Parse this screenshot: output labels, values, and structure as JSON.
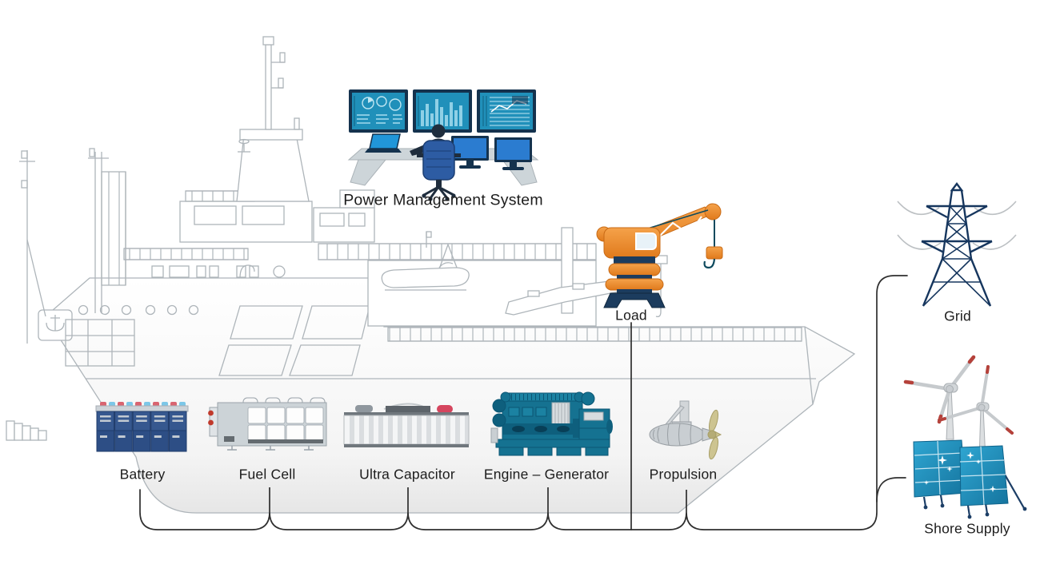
{
  "nodes": [
    {
      "id": "pms",
      "label": "Power Management System",
      "icon": "control-room-icon"
    },
    {
      "id": "load",
      "label": "Load",
      "icon": "deck-crane-icon"
    },
    {
      "id": "battery",
      "label": "Battery",
      "icon": "battery-bank-icon"
    },
    {
      "id": "fuel_cell",
      "label": "Fuel Cell",
      "icon": "fuel-cell-icon"
    },
    {
      "id": "ultra_capacitor",
      "label": "Ultra Capacitor",
      "icon": "ultra-capacitor-icon"
    },
    {
      "id": "engine_generator",
      "label": "Engine – Generator",
      "icon": "engine-generator-icon"
    },
    {
      "id": "propulsion",
      "label": "Propulsion",
      "icon": "azipod-propulsion-icon"
    },
    {
      "id": "grid",
      "label": "Grid",
      "icon": "transmission-tower-icon"
    },
    {
      "id": "shore_supply",
      "label": "Shore Supply",
      "icon": "wind-solar-icon"
    }
  ],
  "colors": {
    "background": "#ffffff",
    "ship_outline": "#aeb5ba",
    "connector_line": "#2e2e2e",
    "crane_orange": "#ef8f2f",
    "crane_navy": "#1c3c5e",
    "engine_teal": "#157291",
    "battery_navy": "#2d4e85",
    "screen_blue": "#2090ba",
    "monitor_frame_navy": "#14324e",
    "solar_blue": "#1b86b4",
    "tower_navy": "#16365e",
    "propeller_olive": "#cdc491",
    "label_text": "#1c1c1c"
  }
}
